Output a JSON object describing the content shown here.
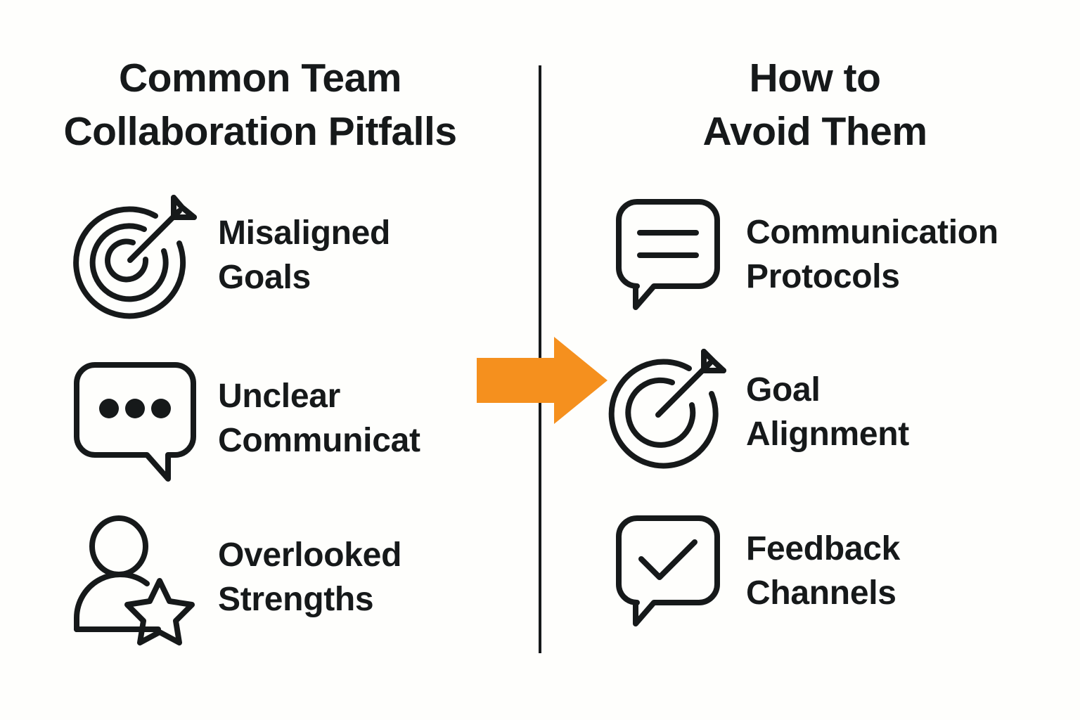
{
  "background_color": "#fefefc",
  "text_color": "#16191a",
  "accent_color": "#f5901e",
  "left": {
    "heading": "Common Team\nCollaboration Pitfalls",
    "items": [
      {
        "icon": "target-arrow-icon",
        "label": "Misaligned\nGoals"
      },
      {
        "icon": "speech-bubble-dots-icon",
        "label": "Unclear\nCommunicat"
      },
      {
        "icon": "person-star-icon",
        "label": "Overlooked\nStrengths"
      }
    ]
  },
  "right": {
    "heading": "How to\nAvoid Them",
    "items": [
      {
        "icon": "speech-bubble-lines-icon",
        "label": "Communication\nProtocols"
      },
      {
        "icon": "target-arrow-icon",
        "label": "Goal\nAlignment"
      },
      {
        "icon": "speech-bubble-check-icon",
        "label": "Feedback\nChannels"
      }
    ]
  },
  "divider": {
    "name": "vertical-divider",
    "color": "#16191a"
  },
  "arrow": {
    "name": "right-arrow",
    "color": "#f5901e",
    "direction": "right"
  }
}
